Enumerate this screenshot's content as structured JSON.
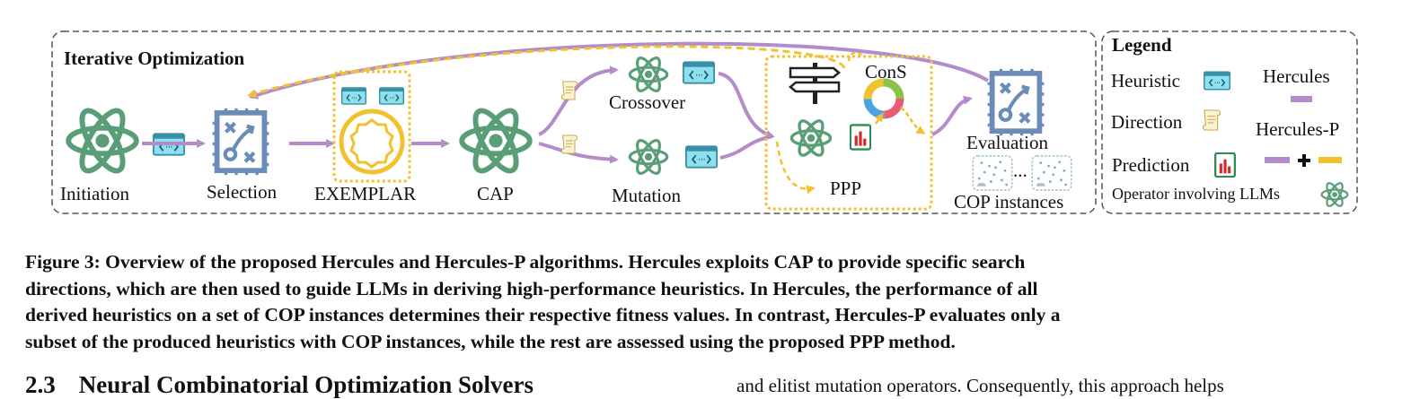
{
  "diagram": {
    "frame_title": "Iterative Optimization",
    "nodes": {
      "initiation": "Initiation",
      "selection": "Selection",
      "exemplar": "EXEMPLAR",
      "cap": "CAP",
      "crossover": "Crossover",
      "mutation": "Mutation",
      "cons": "ConS",
      "ppp": "PPP",
      "evaluation": "Evaluation",
      "cop_instances": "COP instances",
      "ellipsis": "..."
    },
    "legend": {
      "title": "Legend",
      "heuristic": "Heuristic",
      "direction": "Direction",
      "prediction": "Prediction",
      "hercules": "Hercules",
      "hercules_p": "Hercules-P",
      "operator": "Operator involving LLMs"
    },
    "colors": {
      "atom_green": "#5a9e78",
      "heuristic_cyan": "#7fd8e8",
      "selection_blue": "#6b8cb8",
      "purple_arrow": "#b38ccc",
      "gold_dashed": "#f2c12e",
      "prediction_red": "#d62828"
    },
    "icons": [
      "atom-icon",
      "heuristic-card-icon",
      "selection-board-icon",
      "exemplar-badge-icon",
      "direction-scroll-icon",
      "signpost-icon",
      "cons-donut-icon",
      "prediction-chart-icon",
      "cop-instance-icon"
    ]
  },
  "caption": {
    "line1": "Figure 3: Overview of the proposed Hercules and Hercules-P algorithms. Hercules exploits CAP to provide specific search",
    "line2": "directions, which are then used to guide LLMs in deriving high-performance heuristics. In Hercules, the performance of all",
    "line3": "derived heuristics on a set of COP instances determines their respective fitness values. In contrast, Hercules-P evaluates only a",
    "line4": "subset of the produced heuristics with COP instances, while the rest are assessed using the proposed PPP method."
  },
  "section": {
    "number": "2.3",
    "title": "Neural Combinatorial Optimization Solvers"
  },
  "body_text": {
    "col2_line": "and elitist mutation operators. Consequently, this approach helps"
  }
}
